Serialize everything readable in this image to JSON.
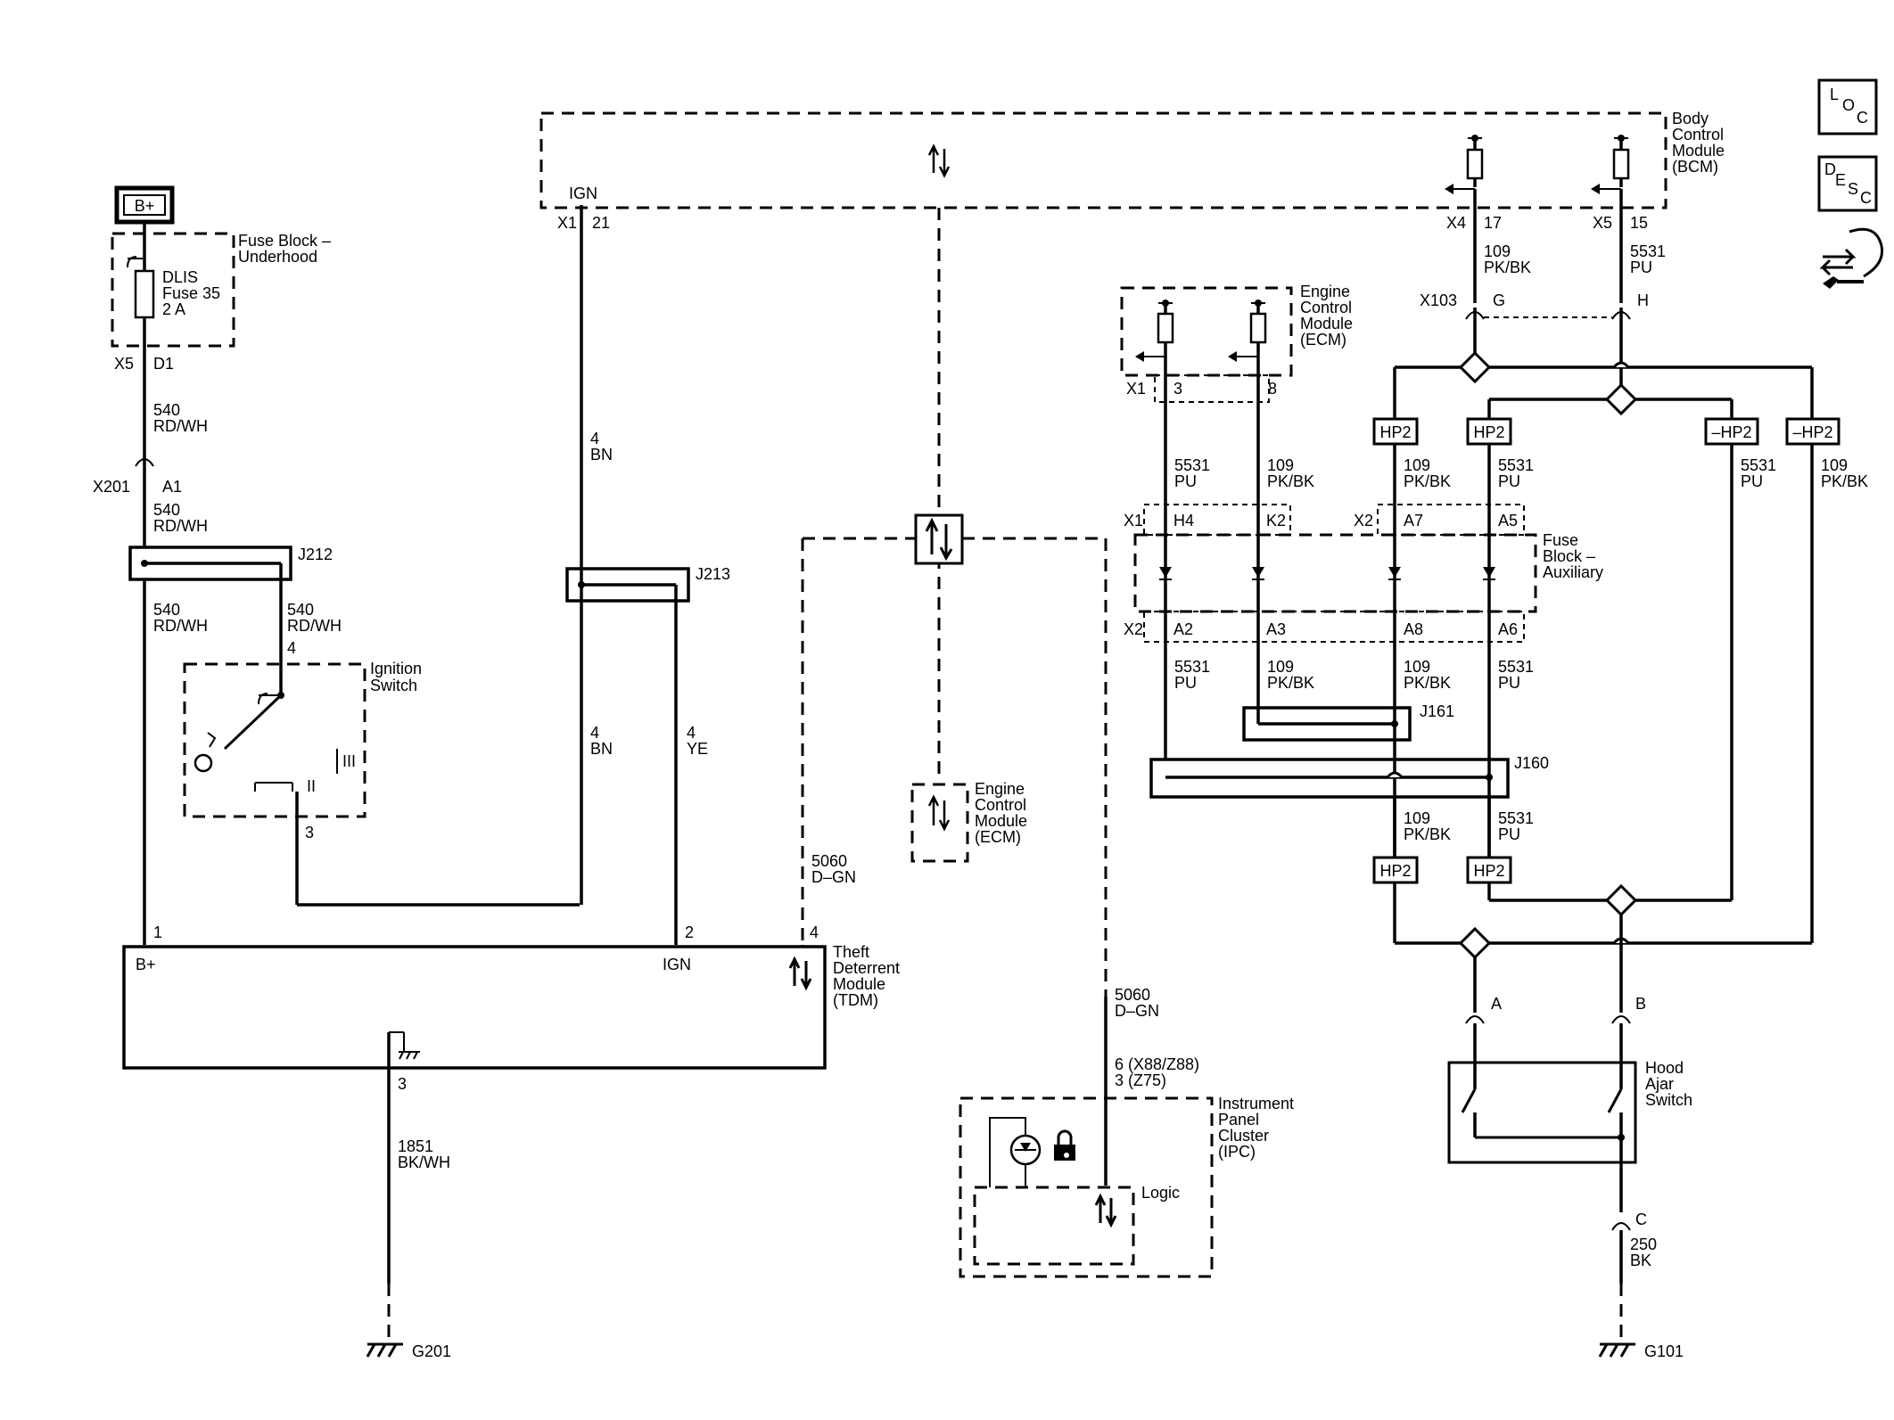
{
  "colors": {
    "line": "#000000",
    "background": "#ffffff"
  },
  "supply": {
    "label": "B+"
  },
  "fuse_block_underhood": {
    "title": [
      "Fuse Block –",
      "Underhood"
    ],
    "fuse": [
      "DLIS",
      "Fuse 35",
      "2 A"
    ],
    "connector": "X5",
    "pin": "D1"
  },
  "wires": {
    "w540": [
      "540",
      "RD/WH"
    ],
    "w4bn": [
      "4",
      "BN"
    ],
    "w4ye": [
      "4",
      "YE"
    ],
    "w5060": [
      "5060",
      "D–GN"
    ],
    "w1851": [
      "1851",
      "BK/WH"
    ],
    "w5531": [
      "5531",
      "PU"
    ],
    "w109": [
      "109",
      "PK/BK"
    ],
    "w250": [
      "250",
      "BK"
    ]
  },
  "inline_x201": {
    "connector": "X201",
    "pin": "A1"
  },
  "splices": {
    "j212": "J212",
    "j213": "J213",
    "j160": "J160",
    "j161": "J161"
  },
  "ignition_switch": {
    "title": [
      "Ignition",
      "Switch"
    ],
    "pin_top": "4",
    "pin_bottom": "3",
    "pos_II": "II",
    "pos_III": "III"
  },
  "bcm": {
    "title": [
      "Body",
      "Control",
      "Module",
      "(BCM)"
    ],
    "ign_label": "IGN",
    "x1": "X1",
    "pin21": "21",
    "x4": "X4",
    "pin17": "17",
    "x5": "X5",
    "pin15": "15"
  },
  "x103": {
    "connector": "X103",
    "pinG": "G",
    "pinH": "H"
  },
  "ecm": {
    "title": [
      "Engine",
      "Control",
      "Module",
      "(ECM)"
    ],
    "x1": "X1",
    "pin3": "3",
    "pin8": "8"
  },
  "fuse_block_aux": {
    "title": [
      "Fuse",
      "Block –",
      "Auxiliary"
    ],
    "x1": "X1",
    "x2": "X2",
    "x2b": "X2",
    "pins_top": [
      "H4",
      "K2",
      "A7",
      "A5"
    ],
    "pins_bottom": [
      "A2",
      "A3",
      "A8",
      "A6"
    ]
  },
  "options": {
    "hp2": "HP2",
    "not_hp2": "–HP2"
  },
  "tdm": {
    "title": [
      "Theft",
      "Deterrent",
      "Module",
      "(TDM)"
    ],
    "b_plus": "B+",
    "ign": "IGN",
    "pin1": "1",
    "pin2": "2",
    "pin4": "4",
    "pin3": "3"
  },
  "ipc": {
    "title": [
      "Instrument",
      "Panel",
      "Cluster",
      "(IPC)"
    ],
    "pins": [
      "6 (X88/Z88)",
      "3 (Z75)"
    ],
    "logic": "Logic"
  },
  "hood_switch": {
    "title": [
      "Hood",
      "Ajar",
      "Switch"
    ],
    "pinA": "A",
    "pinB": "B",
    "pinC": "C"
  },
  "grounds": {
    "g201": "G201",
    "g101": "G101"
  },
  "nav": {
    "loc": [
      "L",
      "O",
      "C"
    ],
    "desc": [
      "D",
      "E",
      "S",
      "C"
    ]
  }
}
